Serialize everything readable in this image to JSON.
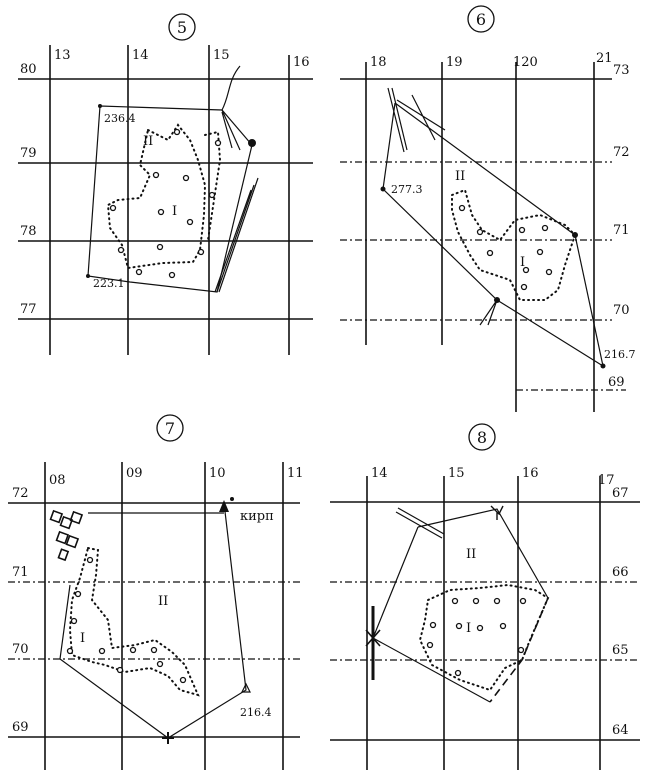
{
  "figure": {
    "panel5": {
      "number": "5",
      "col_labels": [
        "13",
        "14",
        "15",
        "16"
      ],
      "row_labels": [
        "80",
        "79",
        "78",
        "77"
      ],
      "zones": [
        "II",
        "I"
      ],
      "points": [
        "236.4",
        "223.1"
      ]
    },
    "panel6": {
      "number": "6",
      "col_labels": [
        "18",
        "19",
        "120",
        "21"
      ],
      "row_labels": [
        "73",
        "72",
        "71",
        "70",
        "69"
      ],
      "zones": [
        "II",
        "I"
      ],
      "points": [
        "277.3",
        "216.7"
      ]
    },
    "panel7": {
      "number": "7",
      "col_labels": [
        "08",
        "09",
        "10",
        "11"
      ],
      "row_labels": [
        "72",
        "71",
        "70",
        "69"
      ],
      "zones": [
        "II",
        "I"
      ],
      "points": [
        "216.4"
      ],
      "annotation": "кирп"
    },
    "panel8": {
      "number": "8",
      "col_labels": [
        "14",
        "15",
        "16",
        "17"
      ],
      "row_labels": [
        "67",
        "66",
        "65",
        "64"
      ],
      "zones": [
        "II",
        "I"
      ]
    }
  }
}
